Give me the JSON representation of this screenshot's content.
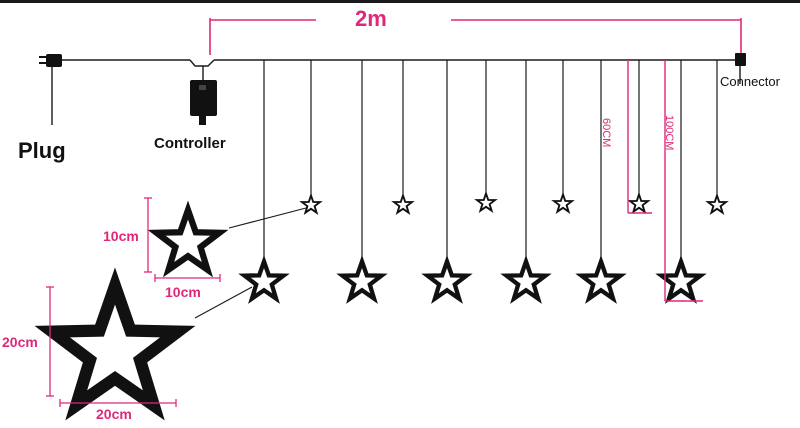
{
  "labels": {
    "length": "2m",
    "connector": "Connector",
    "plug": "Plug",
    "controller": "Controller",
    "drop_short": "60CM",
    "drop_long": "100CM",
    "small_height": "10cm",
    "small_width": "10cm",
    "large_height": "20cm",
    "large_width": "20cm"
  },
  "colors": {
    "dimension": "#e0287a",
    "line": "#1a1a1a",
    "ink": "#111111"
  },
  "icons": {
    "plug": "plug-icon",
    "controller": "controller-box-icon",
    "connector": "connector-icon",
    "star": "star-icon"
  },
  "strands": {
    "short_count": 6,
    "long_count": 6
  }
}
